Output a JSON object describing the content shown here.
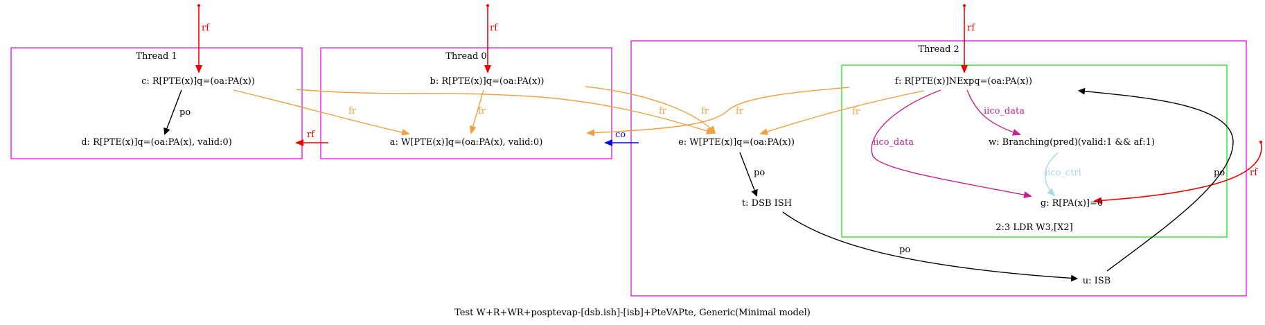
{
  "caption": "Test W+R+WR+posptevap-[dsb.ish]-[isb]+PteVAPte, Generic(Minimal model)",
  "colors": {
    "cluster_border": "#e020e0",
    "inner_cluster_border": "#30e030",
    "rf": "#ee0000",
    "fr": "#f0a040",
    "po": "#000000",
    "co": "#0000ff",
    "iico_data": "#c8208c",
    "iico_ctrl": "#a8d8e8"
  },
  "clusters": {
    "thread1": "Thread 1",
    "thread0": "Thread 0",
    "thread2": "Thread 2",
    "inner": "2:3 LDR W3,[X2]"
  },
  "nodes": {
    "c": "c: R[PTE(x)]q=(oa:PA(x))",
    "d": "d: R[PTE(x)]q=(oa:PA(x), valid:0)",
    "b": "b: R[PTE(x)]q=(oa:PA(x))",
    "a": "a: W[PTE(x)]q=(oa:PA(x), valid:0)",
    "f": "f: R[PTE(x)]NExpq=(oa:PA(x))",
    "e": "e: W[PTE(x)]q=(oa:PA(x))",
    "w": "w: Branching(pred)(valid:1 && af:1)",
    "t": "t: DSB ISH",
    "g": "g: R[PA(x)]=0",
    "u": "u: ISB"
  },
  "edge_labels": {
    "rf_c": "rf",
    "rf_b": "rf",
    "rf_f": "rf",
    "rf_g": "rf",
    "rf_d": "rf",
    "po_cd": "po",
    "po_et": "po",
    "po_tu": "po",
    "po_uf": "po",
    "co_ea": "co",
    "fr_ca": "fr",
    "fr_ba": "fr",
    "fr_ce": "fr",
    "fr_be": "fr",
    "fr_fa": "fr",
    "fr_fe": "fr",
    "iico_data_fw": "iico_data",
    "iico_data_fg": "iico_data",
    "iico_ctrl_wg": "iico_ctrl"
  }
}
